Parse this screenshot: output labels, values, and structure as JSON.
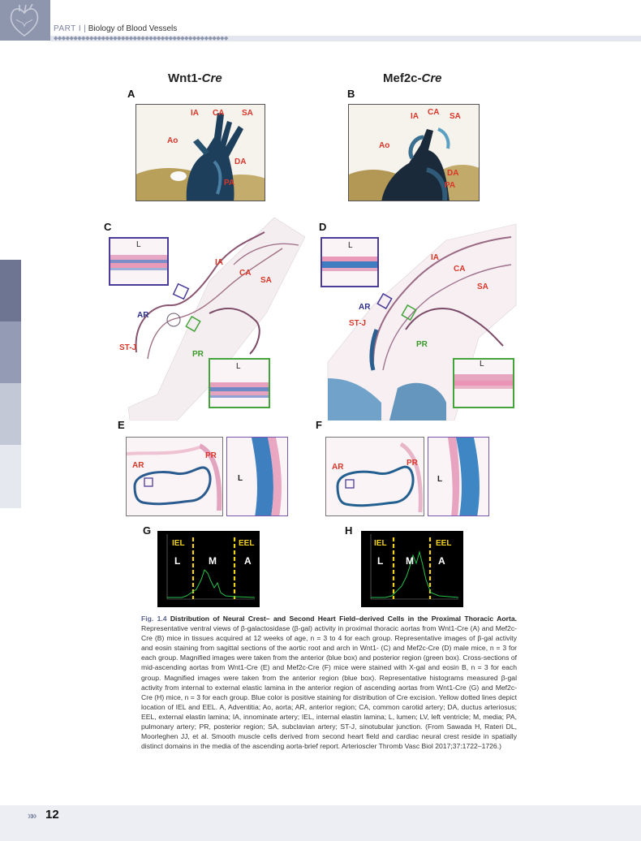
{
  "header": {
    "part": "PART I",
    "section": "Biology of Blood Vessels",
    "logo_icon": "heart-icon",
    "accent_color": "#8e96ae"
  },
  "figure": {
    "columns": {
      "left": {
        "name": "Wnt1-",
        "cre": "Cre"
      },
      "right": {
        "name": "Mef2c-",
        "cre": "Cre"
      }
    },
    "panels": {
      "A": {
        "letter": "A",
        "labels": {
          "IA": "IA",
          "CA": "CA",
          "SA": "SA",
          "Ao": "Ao",
          "DA": "DA",
          "PA": "PA"
        }
      },
      "B": {
        "letter": "B",
        "labels": {
          "IA": "IA",
          "CA": "CA",
          "SA": "SA",
          "Ao": "Ao",
          "DA": "DA",
          "PA": "PA"
        }
      },
      "C": {
        "letter": "C",
        "labels": {
          "L1": "L",
          "L2": "L",
          "IA": "IA",
          "CA": "CA",
          "SA": "SA",
          "AR": "AR",
          "STJ": "ST-J",
          "PR": "PR"
        }
      },
      "D": {
        "letter": "D",
        "labels": {
          "L1": "L",
          "L2": "L",
          "IA": "IA",
          "CA": "CA",
          "SA": "SA",
          "AR": "AR",
          "STJ": "ST-J",
          "PR": "PR"
        }
      },
      "E": {
        "letter": "E",
        "labels": {
          "AR": "AR",
          "PR": "PR",
          "L": "L"
        }
      },
      "F": {
        "letter": "F",
        "labels": {
          "AR": "AR",
          "PR": "PR",
          "L": "L"
        }
      },
      "G": {
        "letter": "G",
        "labels": {
          "IEL": "IEL",
          "EEL": "EEL",
          "L": "L",
          "M": "M",
          "A": "A"
        }
      },
      "H": {
        "letter": "H",
        "labels": {
          "IEL": "IEL",
          "EEL": "EEL",
          "L": "L",
          "M": "M",
          "A": "A"
        }
      }
    },
    "caption": {
      "fig_label": "Fig. 1.4",
      "title": "Distribution of Neural Crest– and Second Heart Field–derived Cells in the Proximal Thoracic Aorta.",
      "body": "Representative ventral views of β-galactosidase (β-gal) activity in proximal thoracic aortas from Wnt1-Cre (A) and Mef2c-Cre (B) mice in tissues acquired at 12 weeks of age, n = 3 to 4 for each group. Representative images of β-gal activity and eosin staining from sagittal sections of the aortic root and arch in Wnt1- (C) and Mef2c-Cre (D) male mice, n = 3 for each group. Magnified images were taken from the anterior (blue box) and posterior region (green box). Cross-sections of mid-ascending aortas from Wnt1-Cre (E) and Mef2c-Cre (F) mice were stained with X-gal and eosin B, n = 3 for each group. Magnified images were taken from the anterior region (blue box). Representative histograms measured β-gal activity from internal to external elastic lamina in the anterior region of ascending aortas from Wnt1-Cre (G) and Mef2c-Cre (H) mice, n = 3 for each group. Blue color is positive staining for distribution of Cre excision. Yellow dotted lines depict location of IEL and EEL. A, Adventitia; Ao, aorta; AR, anterior region; CA, common carotid artery; DA, ductus arteriosus; EEL, external elastin lamina; IA, innominate artery; IEL, internal elastin lamina; L, lumen; LV, left ventricle; M, media; PA, pulmonary artery; PR, posterior region; SA, subclavian artery; ST-J, sinotubular junction. (From Sawada H, Rateri DL, Moorleghen JJ, et al. Smooth muscle cells derived from second heart field and cardiac neural crest reside in spatially distinct domains in the media of the ascending aorta-brief report. Arterioscler Thromb Vasc Biol 2017;37:1722–1726.)"
    }
  },
  "footer": {
    "arrows": "»»",
    "page_number": "12"
  }
}
